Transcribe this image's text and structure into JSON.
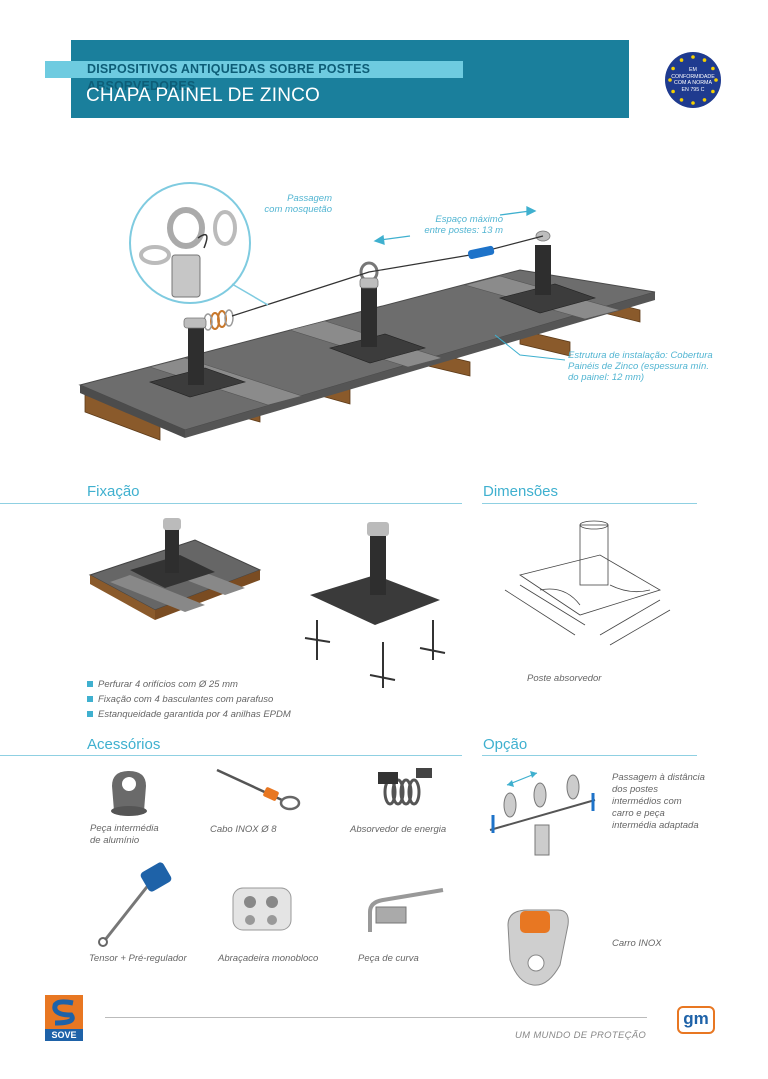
{
  "header": {
    "subtitle": "DISPOSITIVOS ANTIQUEDAS SOBRE POSTES ABSORVEDORES",
    "title": "CHAPA PAINEL DE ZINCO",
    "badge_lines": [
      "EM",
      "CONFORMIDADE",
      "COM A NORMA",
      "EN 795 C"
    ]
  },
  "hero": {
    "annotation_passagem": [
      "Passagem",
      "com mosquetão"
    ],
    "annotation_espaco": [
      "Espaço máximo",
      "entre postes: 13 m"
    ],
    "annotation_estrutura": [
      "Estrutura de instalação: Cobertura",
      "Painéis de Zinco (espessura mín.",
      "do painel: 12 mm)"
    ]
  },
  "fixacao": {
    "title": "Fixação",
    "bullets": [
      "Perfurar 4 orifícios com Ø 25 mm",
      "Fixação com 4 basculantes com parafuso",
      "Estanqueidade garantida por 4 anilhas EPDM"
    ]
  },
  "dimensoes": {
    "title": "Dimensões",
    "caption": "Poste absorvedor"
  },
  "acessorios": {
    "title": "Acessórios",
    "items": [
      [
        "Peça intermédia",
        "de alumínio"
      ],
      [
        "Cabo INOX Ø 8"
      ],
      [
        "Absorvedor de energia"
      ],
      [
        "Tensor + Pré-regulador"
      ],
      [
        "Abraçadeira monobloco"
      ],
      [
        "Peça de curva"
      ]
    ]
  },
  "opcao": {
    "title": "Opção",
    "caption1": [
      "Passagem à distância",
      "dos postes",
      "intermédios com",
      "carro e peça",
      "intermédia adaptada"
    ],
    "caption2": "Carro INOX"
  },
  "footer": {
    "brand": "SOVE",
    "tagline": "UM MUNDO DE PROTEÇÃO",
    "partner_logo": "gm"
  },
  "colors": {
    "banner": "#1a7f9c",
    "accent": "#3fb0cf",
    "brand_orange": "#e87722",
    "brand_blue": "#1e62a8"
  }
}
